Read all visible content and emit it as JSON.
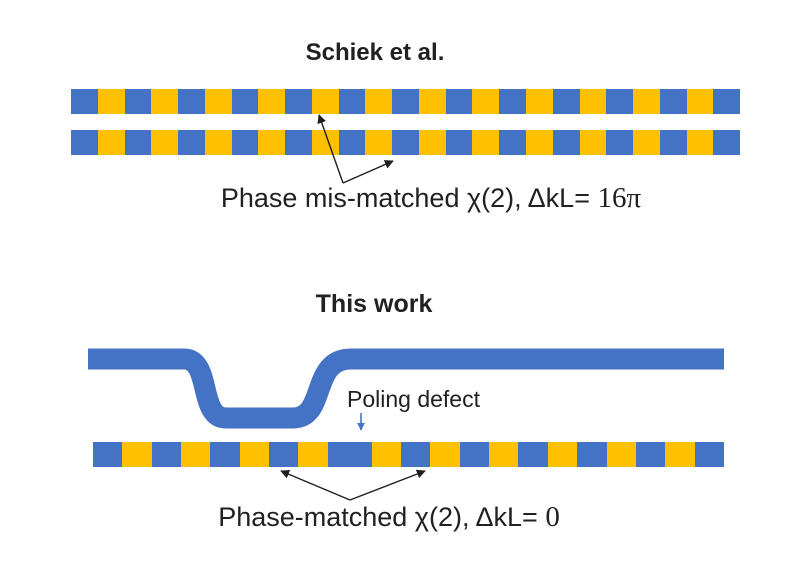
{
  "colors": {
    "blue": "#4472C4",
    "yellow": "#FFC000",
    "text": "#212121",
    "arrow": "#1f1f1f",
    "background": "#ffffff"
  },
  "top_section": {
    "title": "Schiek et al.",
    "caption_prefix": "Phase mis-matched χ(2), ΔkL= ",
    "caption_value": "16π",
    "bar_pattern": {
      "segment_count": 25,
      "first_color": "blue",
      "second_color": "yellow"
    }
  },
  "bottom_section": {
    "title": "This work",
    "defect_label": "Poling defect",
    "caption_prefix": "Phase-matched χ(2), ΔkL= ",
    "caption_value": "0",
    "bar_pattern": {
      "segments_before_defect": 8,
      "first_color": "blue",
      "second_color": "yellow",
      "defect_color": "blue",
      "defect_units": 1.5,
      "segments_after_defect": 12,
      "after_first_color": "yellow",
      "after_second_color": "blue"
    }
  }
}
